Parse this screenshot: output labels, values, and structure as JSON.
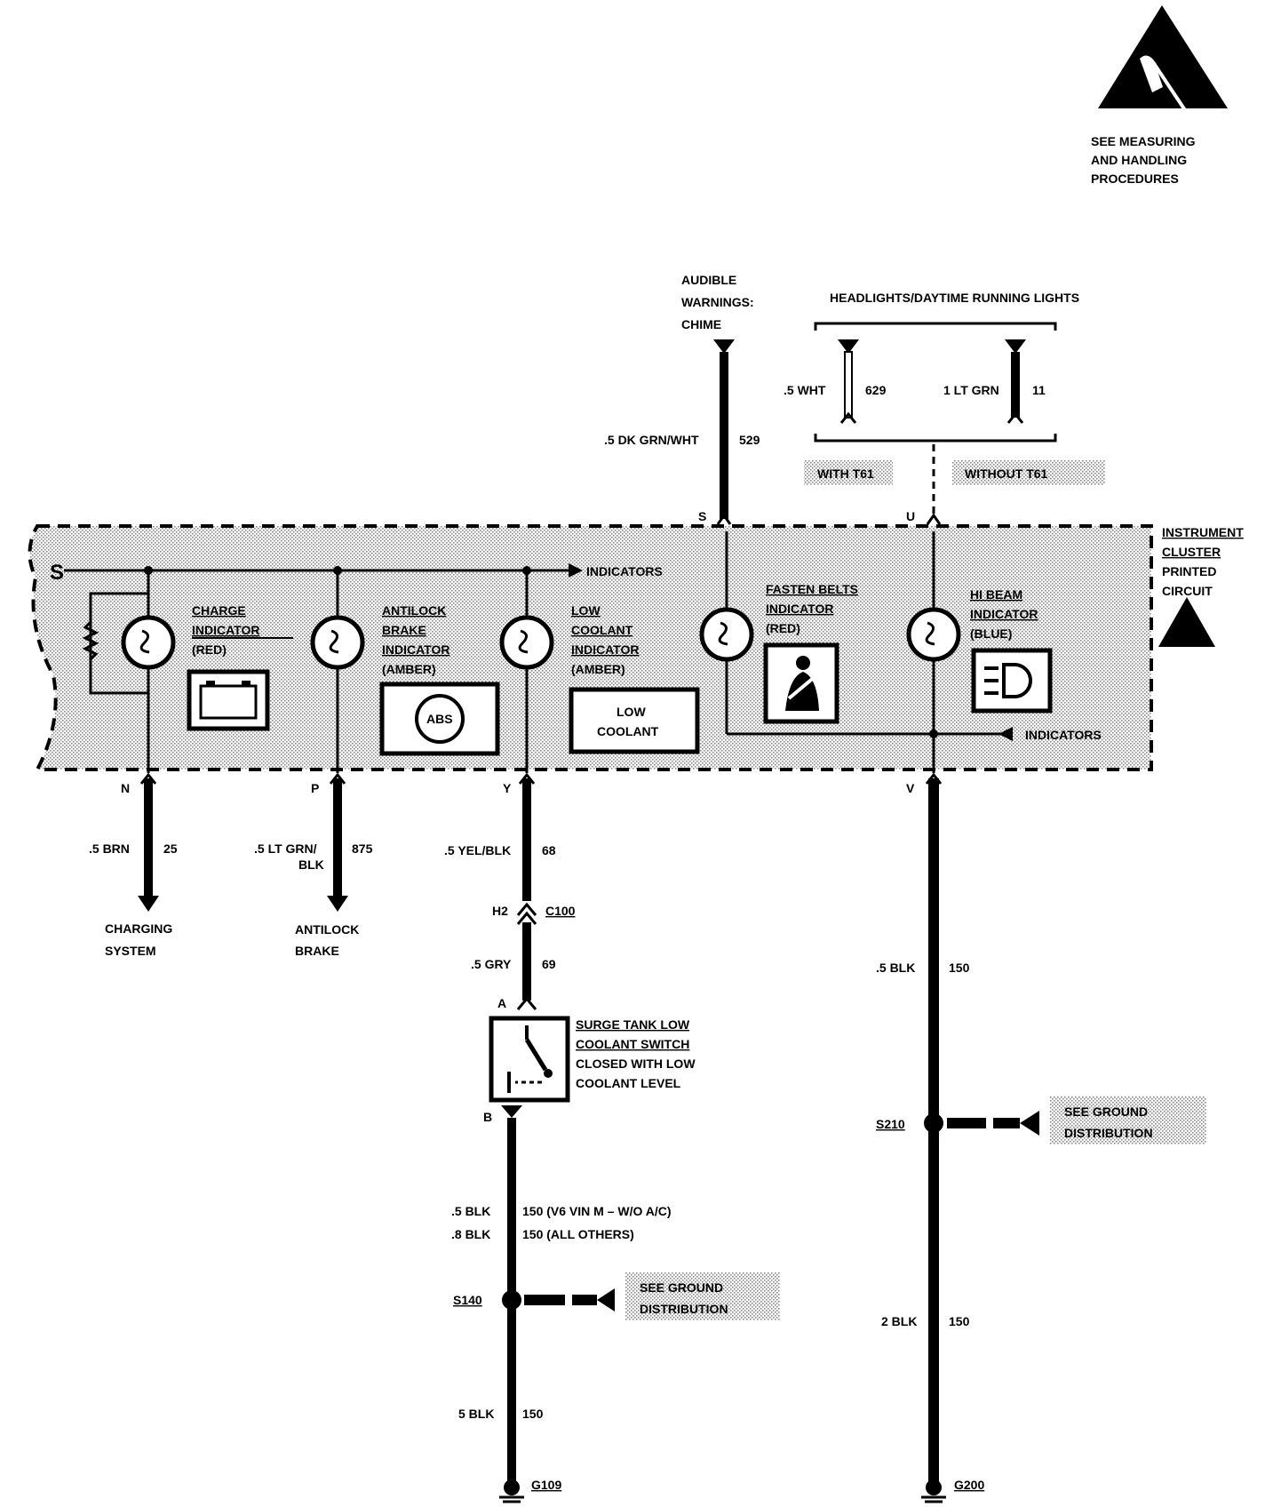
{
  "esd_notice": [
    "SEE MEASURING",
    "AND HANDLING",
    "PROCEDURES"
  ],
  "audible": {
    "lines": [
      "AUDIBLE",
      "WARNINGS:",
      "CHIME"
    ],
    "wire_gauge": ".5 DK GRN/WHT",
    "circuit": "529",
    "pin": "S"
  },
  "headlights": {
    "title": "HEADLIGHTS/DAYTIME RUNNING LIGHTS",
    "wire1_gauge": ".5 WHT",
    "wire1_circuit": "629",
    "wire2_gauge": "1 LT GRN",
    "wire2_circuit": "11",
    "option_with": "WITH T61",
    "option_without": "WITHOUT T61",
    "pin": "U"
  },
  "cluster": {
    "label": [
      "INSTRUMENT",
      "CLUSTER",
      "PRINTED",
      "CIRCUIT"
    ],
    "indicators_top": "INDICATORS",
    "indicators_bottom": "INDICATORS",
    "charge": [
      "CHARGE",
      "INDICATOR",
      "(RED)"
    ],
    "abs": [
      "ANTILOCK",
      "BRAKE",
      "INDICATOR",
      "(AMBER)"
    ],
    "abs_icon_text": "ABS",
    "coolant": [
      "LOW",
      "COOLANT",
      "INDICATOR",
      "(AMBER)"
    ],
    "coolant_icon_text": [
      "LOW",
      "COOLANT"
    ],
    "belts": [
      "FASTEN BELTS",
      "INDICATOR",
      "(RED)"
    ],
    "hibeam": [
      "HI BEAM",
      "INDICATOR",
      "(BLUE)"
    ]
  },
  "outputs": {
    "n": {
      "pin": "N",
      "gauge": ".5 BRN",
      "circuit": "25",
      "dest": [
        "CHARGING",
        "SYSTEM"
      ]
    },
    "p": {
      "pin": "P",
      "gauge": [
        ".5 LT GRN/",
        "BLK"
      ],
      "circuit": "875",
      "dest": [
        "ANTILOCK",
        "BRAKE"
      ]
    },
    "y": {
      "pin": "Y",
      "gauge": ".5 YEL/BLK",
      "circuit": "68"
    },
    "v": {
      "pin": "V"
    }
  },
  "connector": {
    "pin": "H2",
    "name": "C100",
    "gauge": ".5 GRY",
    "circuit": "69"
  },
  "switch": {
    "pin_a": "A",
    "pin_b": "B",
    "label": [
      "SURGE TANK LOW",
      "COOLANT SWITCH",
      "CLOSED WITH LOW",
      "COOLANT LEVEL"
    ]
  },
  "ground_left": {
    "gauge1": ".5 BLK",
    "circuit1": "150 (V6 VIN M – W/O A/C)",
    "gauge2": ".8 BLK",
    "circuit2": "150 (ALL OTHERS)",
    "splice": "S140",
    "see": [
      "SEE GROUND",
      "DISTRIBUTION"
    ],
    "gauge3": "5 BLK",
    "circuit3": "150",
    "ground": "G109"
  },
  "ground_right": {
    "gauge1": ".5 BLK",
    "circuit1": "150",
    "splice": "S210",
    "see": [
      "SEE GROUND",
      "DISTRIBUTION"
    ],
    "gauge2": "2 BLK",
    "circuit2": "150",
    "ground": "G200"
  }
}
